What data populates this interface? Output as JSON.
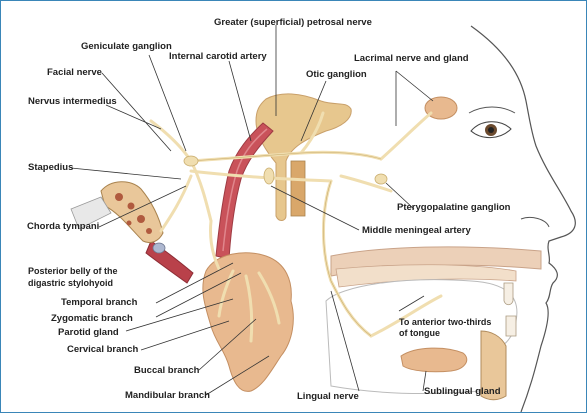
{
  "labels": {
    "greater_petrosal": "Greater (superficial) petrosal nerve",
    "geniculate": "Geniculate ganglion",
    "internal_carotid": "Internal carotid artery",
    "facial": "Facial nerve",
    "otic": "Otic ganglion",
    "lacrimal": "Lacrimal nerve and gland",
    "intermedius": "Nervus intermedius",
    "stapedius": "Stapedius",
    "pterygopalatine": "Pterygopalatine ganglion",
    "middle_meningeal": "Middle meningeal artery",
    "chorda": "Chorda tympani",
    "posterior_belly_1": "Posterior belly of the",
    "posterior_belly_2": "digastric stylohyoid",
    "temporal": "Temporal branch",
    "zygomatic": "Zygomatic branch",
    "parotid": "Parotid gland",
    "cervical": "Cervical branch",
    "anterior_1": "To anterior two-thirds",
    "anterior_2": "of tongue",
    "buccal": "Buccal branch",
    "mandibular": "Mandibular branch",
    "lingual": "Lingual nerve",
    "sublingual": "Sublingual gland"
  },
  "colors": {
    "nerve": "#f0deb0",
    "nerve_outline": "#c9ad6e",
    "artery": "#c9525a",
    "gland": "#e8b98f",
    "bone": "#e7c78e",
    "face_line": "#555555",
    "frame": "#3a86b8"
  }
}
